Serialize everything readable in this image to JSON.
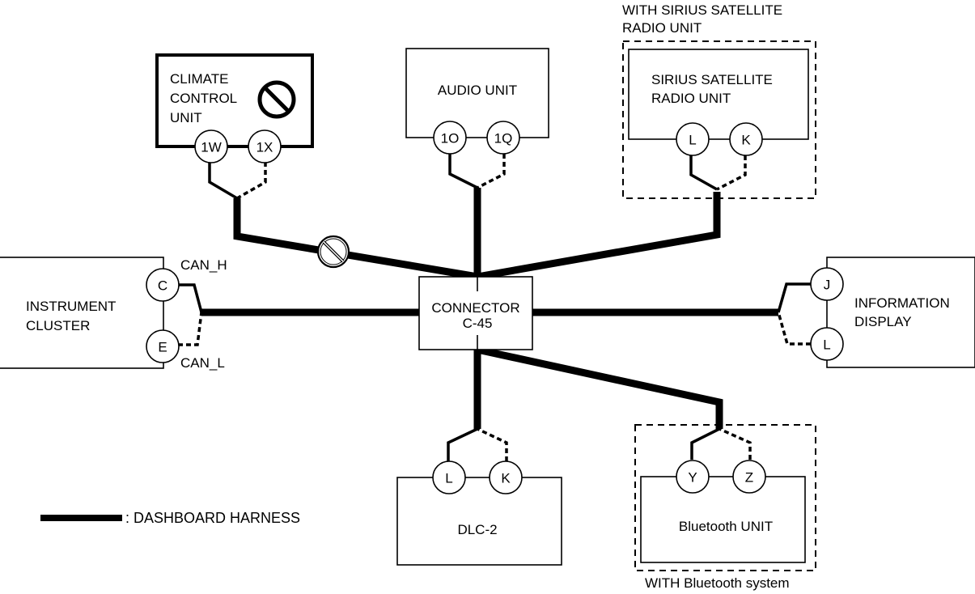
{
  "diagram": {
    "type": "CAN system wiring diagram",
    "connector": {
      "label_line1": "CONNECTOR",
      "label_line2": "C-45"
    },
    "units": {
      "climate": {
        "lines": [
          "CLIMATE",
          "CONTROL",
          "UNIT"
        ],
        "pins": [
          "1W",
          "1X"
        ],
        "icon": "prohibited-icon"
      },
      "audio": {
        "lines": [
          "AUDIO UNIT"
        ],
        "pins": [
          "1O",
          "1Q"
        ]
      },
      "sirius": {
        "lines": [
          "SIRIUS SATELLITE",
          "RADIO UNIT"
        ],
        "pins": [
          "L",
          "K"
        ],
        "group_label": [
          "WITH SIRIUS SATELLITE",
          "RADIO UNIT"
        ]
      },
      "instrument": {
        "lines": [
          "INSTRUMENT",
          "CLUSTER"
        ],
        "pins": [
          "C",
          "E"
        ],
        "signal_labels": [
          "CAN_H",
          "CAN_L"
        ]
      },
      "info_display": {
        "lines": [
          "INFORMATION",
          "DISPLAY"
        ],
        "pins": [
          "J",
          "L"
        ]
      },
      "dlc": {
        "lines": [
          "DLC-2"
        ],
        "pins": [
          "L",
          "K"
        ]
      },
      "bluetooth": {
        "lines": [
          "Bluetooth UNIT"
        ],
        "pins": [
          "Y",
          "Z"
        ],
        "group_label": "WITH Bluetooth system"
      }
    },
    "legend": {
      "label": ": DASHBOARD HARNESS"
    }
  }
}
